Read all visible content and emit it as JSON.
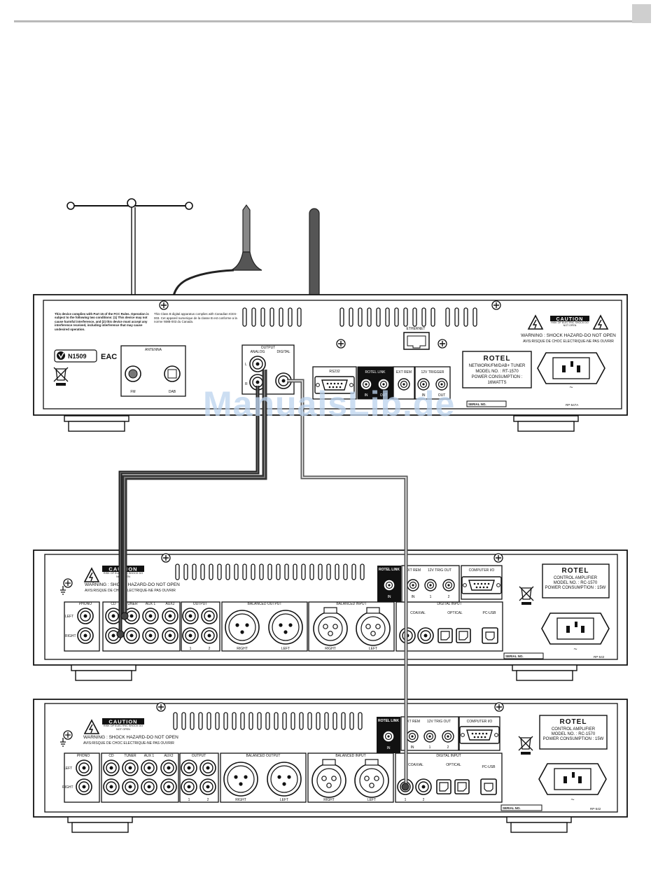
{
  "tuner": {
    "fcc_notice": "This device complies with Part 15 of the FCC Rules. Operation is subject to the following two conditions: (1) This device may not cause harmful interference, and (2) this device must accept any interference received, including interference that may cause undesired operation.",
    "canada_notice": "This Class B digital apparatus complies with Canadian ICES-003. Cet appareil numerique de la classe B est conforme a la norme NMB-003 du Canada.",
    "cert_code": "N1509",
    "eac": "EAC",
    "antenna_label": "ANTENNA",
    "fm_label": "FM",
    "dab_label": "DAB",
    "output_label": "OUTPUT",
    "analog_label": "ANALOG",
    "digital_label": "DIGITAL",
    "l_label": "L",
    "r_label": "R",
    "ethernet_label": "ETHERNET",
    "rs232_label": "RS232",
    "rotel_link_label": "ROTEL LINK",
    "ext_rem_label": "EXT REM",
    "trigger_label": "12V TRIGGER",
    "in_label": "IN",
    "out_label": "OUT",
    "caution": "CAUTION",
    "caution_sub": "RISK OF ELECTRIC SHOCK DO NOT OPEN",
    "warning": "WARNING : SHOCK HAZARD-DO NOT OPEN",
    "avis": "AVIS:RISQUE DE CHOC ELECTRIQUE-NE PAS OUVRIR",
    "brand": "ROTEL",
    "model_lines": [
      "NETWORK/FM/DAB+ TUNER",
      "MODEL NO. : RT-1570",
      "POWER CONSUMPTION :",
      "16WATTS"
    ],
    "serial": "SERIAL NO.",
    "part_no": "RP-547A"
  },
  "amplifier": {
    "caution": "CAUTION",
    "caution_sub": "RISK OF ELECTRIC SHOCK DO NOT OPEN",
    "warning": "WARNING : SHOCK HAZARD-DO NOT OPEN",
    "avis": "AVIS:RISQUE DE CHOC ELECTRIQUE-NE PAS OUVRIR",
    "phono": "PHONO",
    "cd": "CD",
    "tuner": "TUNER",
    "aux1": "AUX 1",
    "aux2": "AUX2",
    "output": "OUTPUT",
    "left": "LEFT",
    "right": "RIGHT",
    "balanced_output": "BALANCED OUTPUT",
    "balanced_input": "BALANCED INPUT",
    "right_bal": "RIGHT",
    "left_bal": "LEFT",
    "rotel_link": "ROTEL LINK",
    "in_label": "IN",
    "ext_rem": "EXT REM",
    "trig_out": "12V TRIG OUT",
    "computer_io": "COMPUTER I/O",
    "digital_input": "DIGITAL INPUT",
    "coaxial": "COAXIAL",
    "optical": "OPTICAL",
    "pc_usb": "PC-USB",
    "num_1": "1",
    "num_2": "2",
    "brand": "ROTEL",
    "model_lines": [
      "CONTROL AMPLIFIER",
      "MODEL NO. : RC-1570",
      "POWER CONSUMPTION : 15W"
    ],
    "serial": "SERIAL NO.",
    "part_no": "RP-542"
  },
  "watermark": "ManualsLib.de"
}
